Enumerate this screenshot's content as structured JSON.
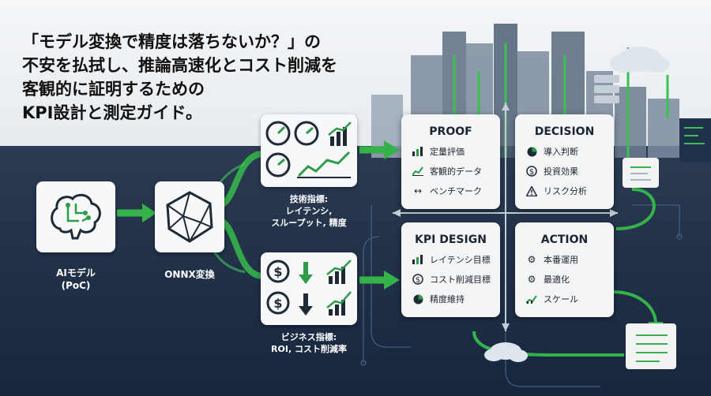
{
  "headline": {
    "line1": "「モデル変換で精度は落ちないか？」の",
    "line2": "不安を払拭し、推論高速化とコスト削減を",
    "line3": "客観的に証明するための",
    "line4": "KPI設計と測定ガイド。"
  },
  "flow": {
    "model_label_1": "AIモデル",
    "model_label_2": "(PoC)",
    "onnx_label": "ONNX変換",
    "tech_label_1": "技術指標:",
    "tech_label_2": "レイテンシ,",
    "tech_label_3": "スループット, 精度",
    "biz_label_1": "ビジネス指標:",
    "biz_label_2": "ROI, コスト削減率"
  },
  "quadrants": {
    "proof": {
      "title": "PROOF",
      "items": [
        {
          "icon": "bar-chart-icon",
          "label": "定量評価"
        },
        {
          "icon": "line-chart-icon",
          "label": "客観的データ"
        },
        {
          "icon": "compare-arrows-icon",
          "label": "ベンチマーク"
        }
      ]
    },
    "decision": {
      "title": "DECISION",
      "items": [
        {
          "icon": "pie-chart-icon",
          "label": "導入判断"
        },
        {
          "icon": "dollar-icon",
          "label": "投資効果"
        },
        {
          "icon": "warning-icon",
          "label": "リスク分析"
        }
      ]
    },
    "kpi_design": {
      "title": "KPI DESIGN",
      "items": [
        {
          "icon": "bar-chart-icon",
          "label": "レイテンシ目標"
        },
        {
          "icon": "dollar-icon",
          "label": "コスト削減目標"
        },
        {
          "icon": "pie-chart-icon",
          "label": "精度維持"
        }
      ]
    },
    "action": {
      "title": "ACTION",
      "items": [
        {
          "icon": "gear-icon",
          "label": "本番運用"
        },
        {
          "icon": "gear-icon",
          "label": "最適化"
        },
        {
          "icon": "trend-chart-icon",
          "label": "スケール"
        }
      ]
    }
  },
  "colors": {
    "accent_green": "#35b24a",
    "navy": "#1b2b43",
    "card_bg": "#f4f5f6"
  }
}
